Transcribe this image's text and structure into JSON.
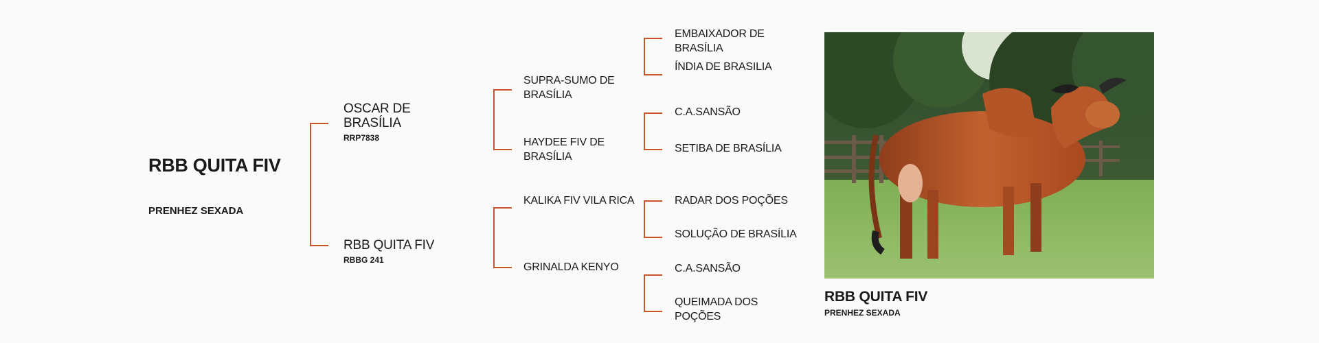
{
  "animal": {
    "name": "RBB QUITA FIV",
    "subtitle": "PRENHEZ SEXADA"
  },
  "pedigree": {
    "sire": {
      "name": "OSCAR DE BRASÍLIA",
      "registration": "RRP7838"
    },
    "dam": {
      "name": "RBB QUITA FIV",
      "registration": "RBBG 241"
    },
    "paternal_grandsire": "SUPRA-SUMO DE BRASÍLIA",
    "paternal_granddam": "HAYDEE FIV DE BRASÍLIA",
    "maternal_grandsire": "KALIKA FIV VILA RICA",
    "maternal_granddam": "GRINALDA KENYO",
    "great_grandparents": [
      "EMBAIXADOR DE BRASÍLIA",
      "ÍNDIA DE BRASILIA",
      "C.A.SANSÃO",
      "SETIBA DE BRASÍLIA",
      "RADAR DOS POÇÕES",
      "SOLUÇÃO DE BRASÍLIA",
      "C.A.SANSÃO",
      "QUEIMADA DOS POÇÕES"
    ]
  },
  "photo_caption": {
    "name": "RBB QUITA FIV",
    "subtitle": "PRENHEZ SEXADA"
  },
  "colors": {
    "bracket": "#c8532b",
    "background": "#fafafa"
  }
}
